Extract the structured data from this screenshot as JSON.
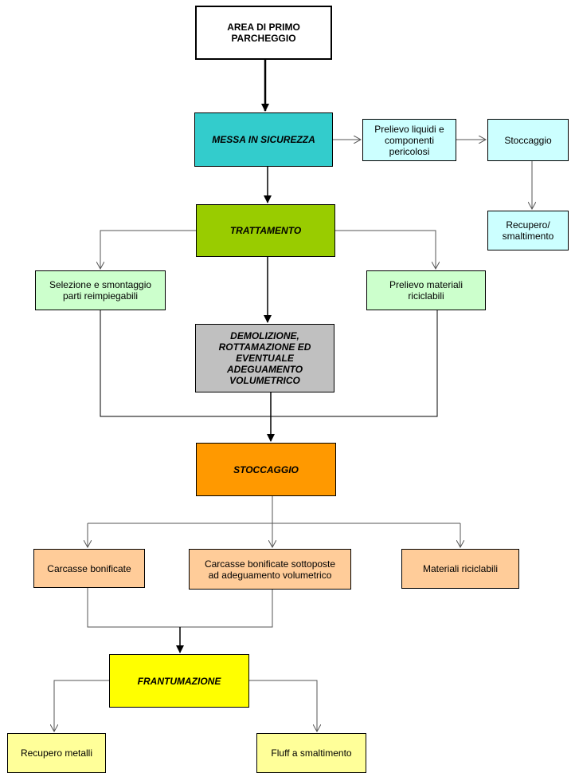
{
  "nodes": {
    "area_primo_parcheggio": {
      "label": "AREA DI PRIMO\nPARCHEGGIO",
      "color": "#ffffff"
    },
    "messa_in_sicurezza": {
      "label": "MESSA IN SICUREZZA",
      "color": "#33cccc"
    },
    "prelievo_liquidi": {
      "label": "Prelievo liquidi e\ncomponenti\npericolosi",
      "color": "#ccffff"
    },
    "stoccaggio_1": {
      "label": "Stoccaggio",
      "color": "#ccffff"
    },
    "recupero_smaltimento": {
      "label": "Recupero/\nsmaltimento",
      "color": "#ccffff"
    },
    "trattamento": {
      "label": "TRATTAMENTO",
      "color": "#99cc00"
    },
    "selezione_smontaggio": {
      "label": "Selezione e smontaggio\nparti reimpiegabili",
      "color": "#ccffcc"
    },
    "prelievo_materiali": {
      "label": "Prelievo materiali\nriciclabili",
      "color": "#ccffcc"
    },
    "demolizione": {
      "label": "DEMOLIZIONE,\nROTTAMAZIONE ED\nEVENTUALE\nADEGUAMENTO\nVOLUMETRICO",
      "color": "#c0c0c0"
    },
    "stoccaggio_2": {
      "label": "STOCCAGGIO",
      "color": "#ff9900"
    },
    "carcasse_bonificate": {
      "label": "Carcasse bonificate",
      "color": "#ffcc99"
    },
    "carcasse_sottoposte": {
      "label": "Carcasse bonificate sottoposte\nad adeguamento volumetrico",
      "color": "#ffcc99"
    },
    "materiali_riciclabili": {
      "label": "Materiali riciclabili",
      "color": "#ffcc99"
    },
    "frantumazione": {
      "label": "FRANTUMAZIONE",
      "color": "#ffff00"
    },
    "recupero_metalli": {
      "label": "Recupero metalli",
      "color": "#ffff99"
    },
    "fluff_smaltimento": {
      "label": "Fluff a smaltimento",
      "color": "#ffff99"
    }
  }
}
